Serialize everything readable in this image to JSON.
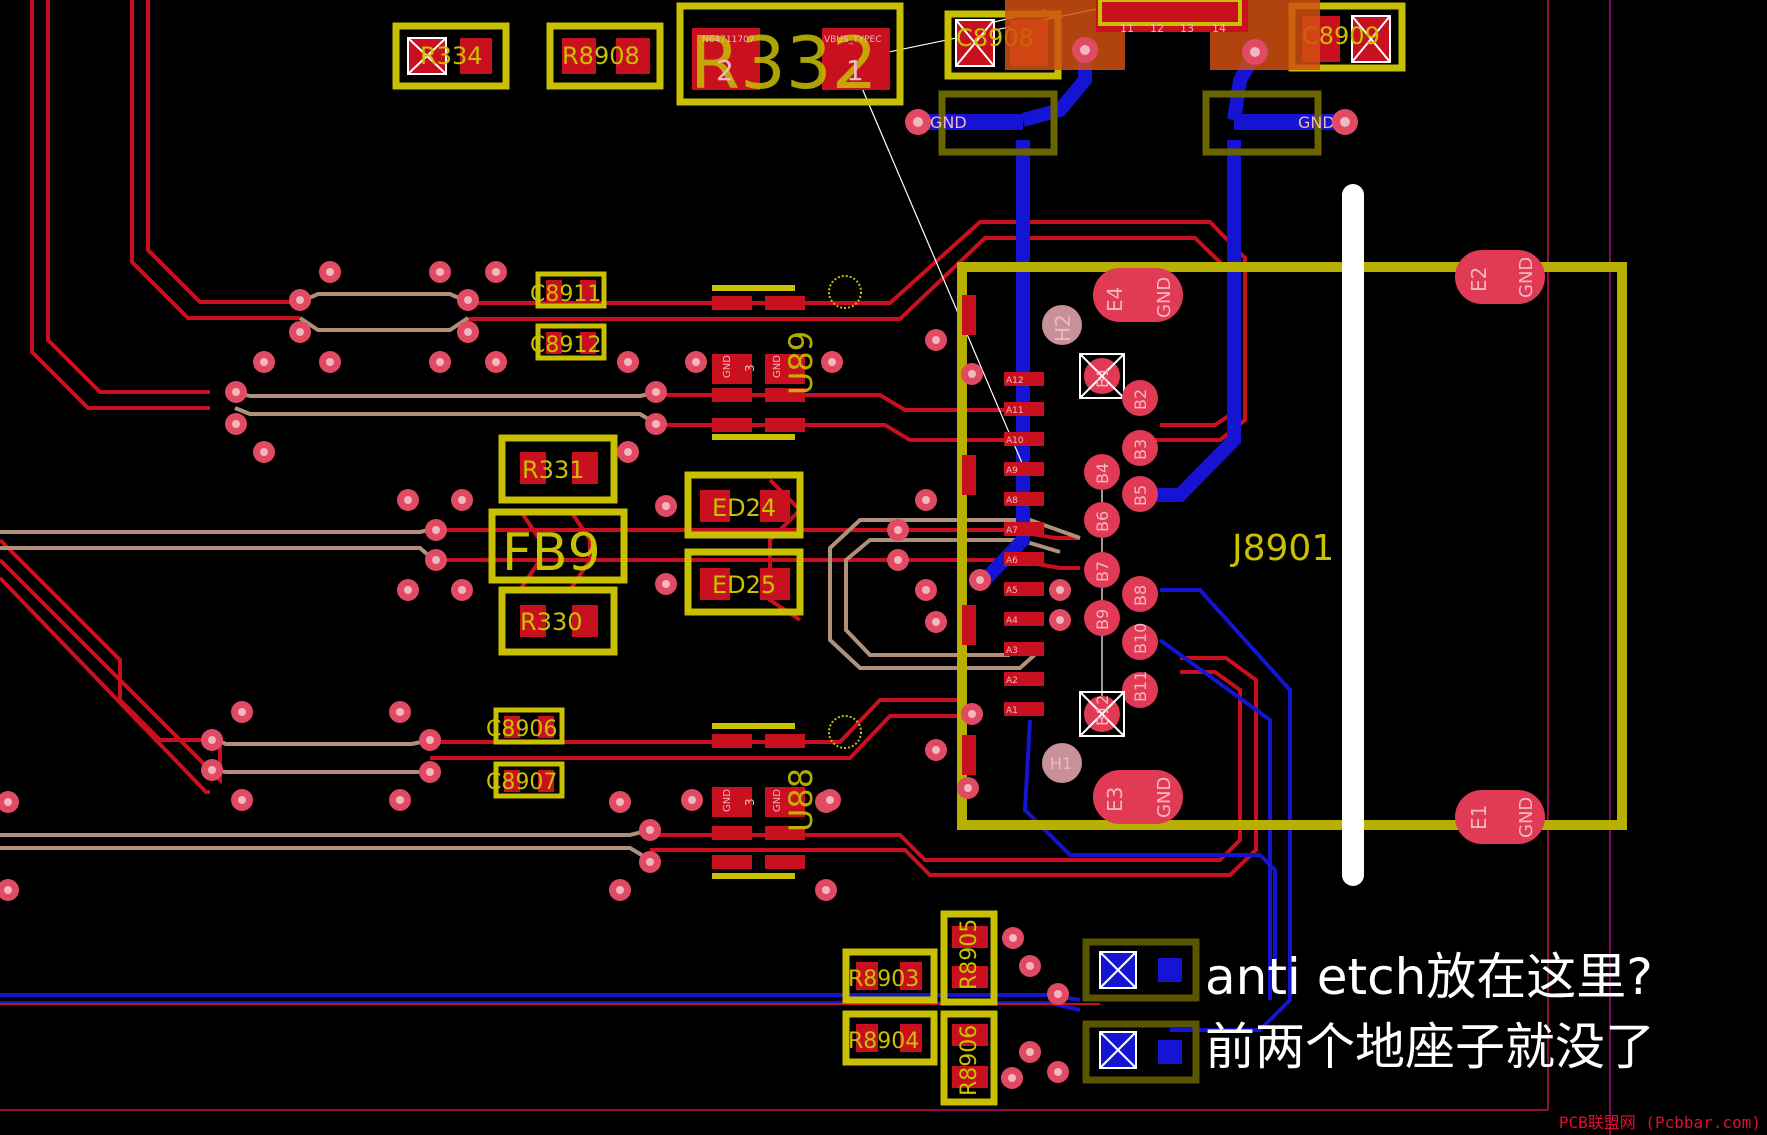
{
  "annotation": {
    "line1": "anti etch放在这里?",
    "line2": "前两个地座子就没了"
  },
  "watermark": "PCB联盟网 (Pcbbar.com)",
  "colors": {
    "background": "#000000",
    "top_copper": "#c8101e",
    "bottom_copper": "#1414d2",
    "silkscreen": "#c8c000",
    "pad": "#e03a55",
    "via_ring": "#e04a62",
    "differential_pair": "#b09078",
    "board_outline": "#e01090"
  },
  "components": {
    "connector": "J8901",
    "ferrite": "FB9",
    "esd_top": "ED24",
    "esd_bottom": "ED25",
    "ic_top": "U89",
    "ic_bottom": "U88",
    "resistor_top": "R331",
    "resistor_bottom": "R330",
    "cap_1": "C8911",
    "cap_2": "C8912",
    "cap_3": "C8906",
    "cap_4": "C8907",
    "res_r334": "R334",
    "res_r8908": "R8908",
    "res_r332": "R332",
    "cap_c8908": "C8908",
    "cap_c8909": "C8909",
    "res_r8903": "R8903",
    "res_r8905": "R8905",
    "res_r8904": "R8904",
    "res_r8906": "R8906",
    "hole_1": "H1",
    "hole_2": "H2"
  },
  "r332_pins": {
    "pin2": "2",
    "pin1": "1",
    "net_left": "N64711707",
    "net_right": "VBUS_TYPEC"
  },
  "top_pins": [
    "11",
    "12",
    "13",
    "14"
  ],
  "gnd_labels": {
    "gnd": "GND",
    "pin3": "3"
  },
  "a_pins": [
    "A12",
    "A11",
    "A10",
    "A9",
    "A8",
    "A7",
    "A6",
    "A5",
    "A4",
    "A3",
    "A2",
    "A1"
  ],
  "b_pins": [
    "B1",
    "B2",
    "B3",
    "B4",
    "B5",
    "B6",
    "B7",
    "B8",
    "B9",
    "B10",
    "B11",
    "B12"
  ],
  "e_pads": [
    "E4",
    "E2",
    "E3",
    "E1"
  ]
}
